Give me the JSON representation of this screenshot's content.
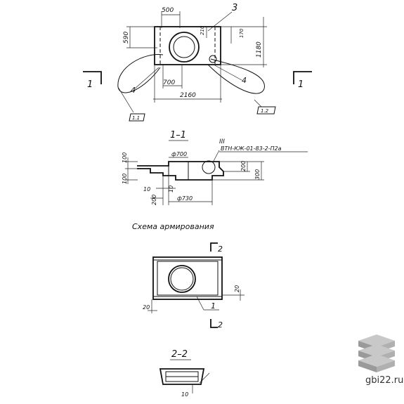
{
  "plan": {
    "dim_top": "500",
    "dim_left": "590",
    "dim_210": "210",
    "dim_170": "170",
    "dim_right": "1180",
    "dim_700": "700",
    "dim_bottom": "2160",
    "callout_3": "3",
    "callout_4_left": "4",
    "callout_4_right": "4",
    "tag_left": "1.1",
    "tag_right": "1.2",
    "cut_left": "1",
    "cut_right": "1"
  },
  "section_1_1": {
    "title": "1–1",
    "ref_marker": "III",
    "ref_code": "ВТН-КЖ-01-83-2-П2а",
    "dim_100_top": "100",
    "dim_100_bottom": "100",
    "dim_d700": "ф700",
    "dim_200_right": "200",
    "dim_300_right": "300",
    "dim_10_left": "10",
    "dim_10_mid": "10",
    "dim_200_bottom": "200",
    "dim_d730": "ф730"
  },
  "scheme": {
    "title": "Схема армирования",
    "cut_top": "2",
    "cut_bottom": "2",
    "dim_20_right": "20",
    "dim_20_left": "20",
    "callout_1": "1"
  },
  "section_2_2": {
    "title": "2–2",
    "dim_10": "10"
  },
  "watermark": {
    "text": "gbi22.ru"
  }
}
